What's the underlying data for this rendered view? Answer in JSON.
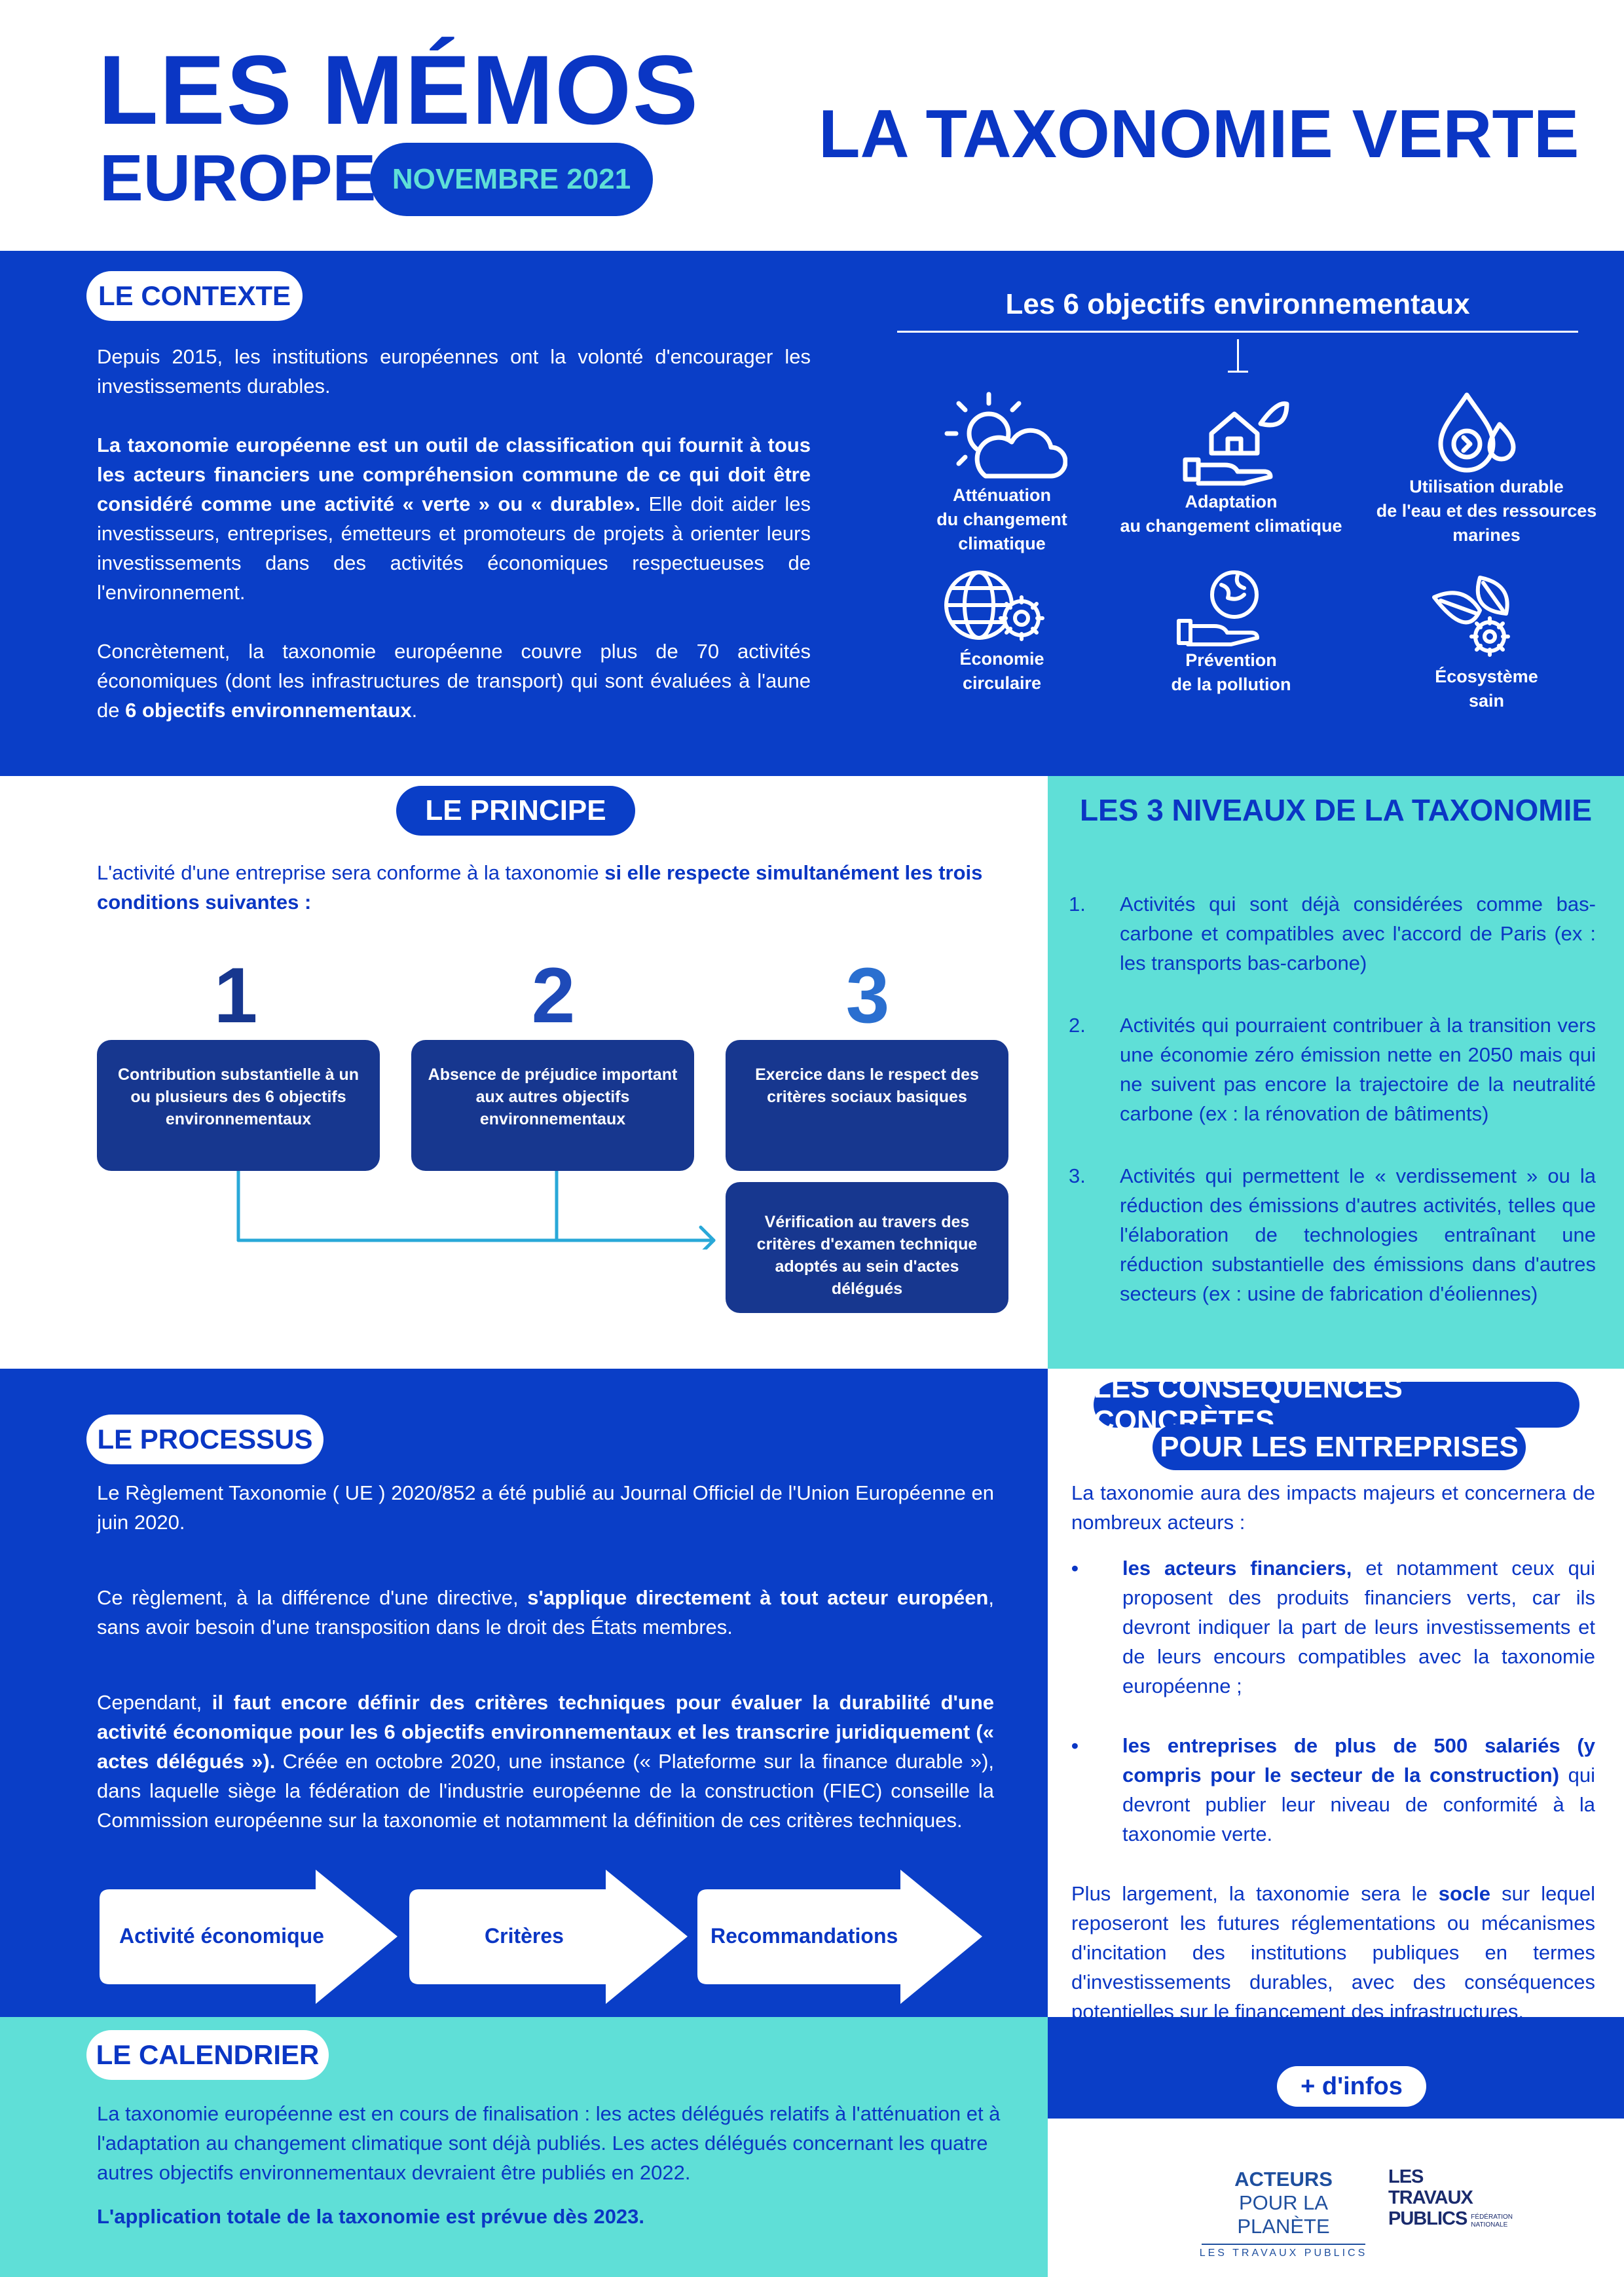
{
  "header": {
    "memo_line1": "LES MÉMOS",
    "memo_line2": "EUROPE",
    "date_badge": "NOVEMBRE 2021",
    "main_title": "LA TAXONOMIE VERTE"
  },
  "contexte": {
    "title": "LE CONTEXTE",
    "p1": "Depuis 2015, les institutions européennes ont la volonté d'encourager les investissements durables.",
    "p2_bold": "La taxonomie européenne est un outil de classification qui fournit à tous les acteurs financiers une compréhension commune de ce qui doit être considéré comme une activité « verte » ou « durable».",
    "p2_rest": " Elle doit aider les investisseurs, entreprises, émetteurs et promoteurs de projets à orienter leurs investissements dans des activités économiques respectueuses de l'environnement.",
    "p3_start": "Concrètement, la taxonomie européenne couvre plus de 70 activités économiques (dont les infrastructures de transport) qui sont évaluées à l'aune de ",
    "p3_bold": "6 objectifs environnementaux",
    "p3_end": "."
  },
  "objectifs": {
    "title": "Les 6 objectifs environnementaux",
    "items": [
      {
        "icon": "sun-cloud-icon",
        "line1": "Atténuation",
        "line2": "du changement",
        "line3": "climatique"
      },
      {
        "icon": "house-hand-leaf-icon",
        "line1": "Adaptation",
        "line2": "au changement climatique",
        "line3": ""
      },
      {
        "icon": "water-drop-icon",
        "line1": "Utilisation durable",
        "line2": "de l'eau et des ressources",
        "line3": "marines"
      },
      {
        "icon": "globe-gear-icon",
        "line1": "Économie",
        "line2": "circulaire",
        "line3": ""
      },
      {
        "icon": "globe-hand-icon",
        "line1": "Prévention",
        "line2": "de la pollution",
        "line3": ""
      },
      {
        "icon": "leaves-gear-icon",
        "line1": "Écosystème",
        "line2": "sain",
        "line3": ""
      }
    ]
  },
  "principe": {
    "title": "LE PRINCIPE",
    "intro_start": "L'activité d'une entreprise sera conforme à la taxonomie ",
    "intro_bold": "si elle respecte simultanément les trois conditions suivantes :",
    "numbers": [
      "1",
      "2",
      "3"
    ],
    "boxes": [
      "Contribution substantielle à un ou plusieurs des 6 objectifs environnementaux",
      "Absence de préjudice important aux autres objectifs environnementaux",
      "Exercice dans le respect des critères sociaux basiques"
    ],
    "verification": "Vérification au travers des critères d'examen technique adoptés au sein d'actes délégués"
  },
  "niveaux": {
    "title": "LES 3 NIVEAUX  DE LA TAXONOMIE",
    "items": [
      {
        "n": "1.",
        "text": "Activités qui sont déjà considérées comme bas-carbone et compatibles avec l'accord de Paris (ex : les transports bas-carbone)"
      },
      {
        "n": "2.",
        "text": "Activités qui pourraient contribuer à la transition vers une économie zéro émission nette en 2050 mais qui ne suivent pas encore la trajectoire de la neutralité carbone (ex : la rénovation de bâtiments)"
      },
      {
        "n": "3.",
        "text": "Activités qui permettent le « verdissement » ou la réduction des émissions d'autres activités, telles que l'élaboration de technologies entraînant une réduction substantielle des émissions dans d'autres secteurs (ex : usine de fabrication d'éoliennes)"
      }
    ]
  },
  "processus": {
    "title": "LE PROCESSUS",
    "p1": "Le Règlement Taxonomie ( UE )  2020/852 a été publié au Journal Officiel de l'Union Européenne en juin 2020.",
    "p2_start": "Ce règlement, à la différence d'une directive,  ",
    "p2_bold": "s'applique directement à tout acteur européen",
    "p2_end": ", sans avoir besoin d'une transposition dans le droit des États membres.",
    "p3_start": "Cependant, ",
    "p3_bold": "il faut encore définir des critères techniques pour évaluer la durabilité d'une activité économique pour les 6 objectifs environnementaux et les transcrire juridiquement (« actes délégués »).",
    "p3_end": " Créée en octobre 2020, une instance (« Plateforme sur la finance durable »), dans laquelle siège la fédération de l'industrie européenne de la construction (FIEC) conseille la Commission européenne sur la taxonomie et notamment la définition de ces critères techniques.",
    "arrows": [
      "Activité économique",
      "Critères",
      "Recommandations"
    ]
  },
  "consequences": {
    "title_line1": "LES CONSÉQUENCES CONCRÈTES",
    "title_line2": "POUR LES ENTREPRISES",
    "intro": "La taxonomie aura des impacts majeurs et concernera de nombreux acteurs :",
    "bullet_char": "•",
    "b1_bold": "les acteurs financiers,",
    "b1_rest": " et notamment ceux qui proposent des produits financiers verts, car ils devront indiquer la part de leurs investissements et de leurs encours compatibles avec la taxonomie européenne ;",
    "b2_bold": "les entreprises de plus de 500 salariés (y compris pour le secteur de la construction)",
    "b2_rest": " qui devront publier leur niveau de conformité à la taxonomie verte.",
    "p_start": "Plus largement, la taxonomie sera le ",
    "p_bold": "socle",
    "p_end": " sur lequel reposeront les futures réglementations ou mécanismes d'incitation des institutions publiques en termes d'investissements durables, avec des conséquences potentielles sur le financement des infrastructures."
  },
  "calendrier": {
    "title": "LE CALENDRIER",
    "p1": "La taxonomie européenne est en cours de finalisation : les actes délégués relatifs à l'atténuation et à l'adaptation au changement climatique sont déjà publiés. Les actes délégués concernant les quatre autres objectifs environnementaux devraient être publiés en 2022.",
    "p2": "L'application totale de la taxonomie est prévue dès 2023."
  },
  "infos": {
    "button": "+ d'infos"
  },
  "logos": {
    "acteurs_l1": "ACTEURS",
    "acteurs_l2": "POUR LA PLANÈTE",
    "acteurs_l3": "LES TRAVAUX PUBLICS",
    "tp_l1": "LES TRAVAUX",
    "tp_l2": "PUBLICS",
    "tp_sub1": "FÉDÉRATION",
    "tp_sub2": "NATIONALE"
  },
  "colors": {
    "blue": "#0a3ec7",
    "teal": "#5fdfd7",
    "dark_box": "#17378f",
    "link_teal": "#29a8d8"
  }
}
